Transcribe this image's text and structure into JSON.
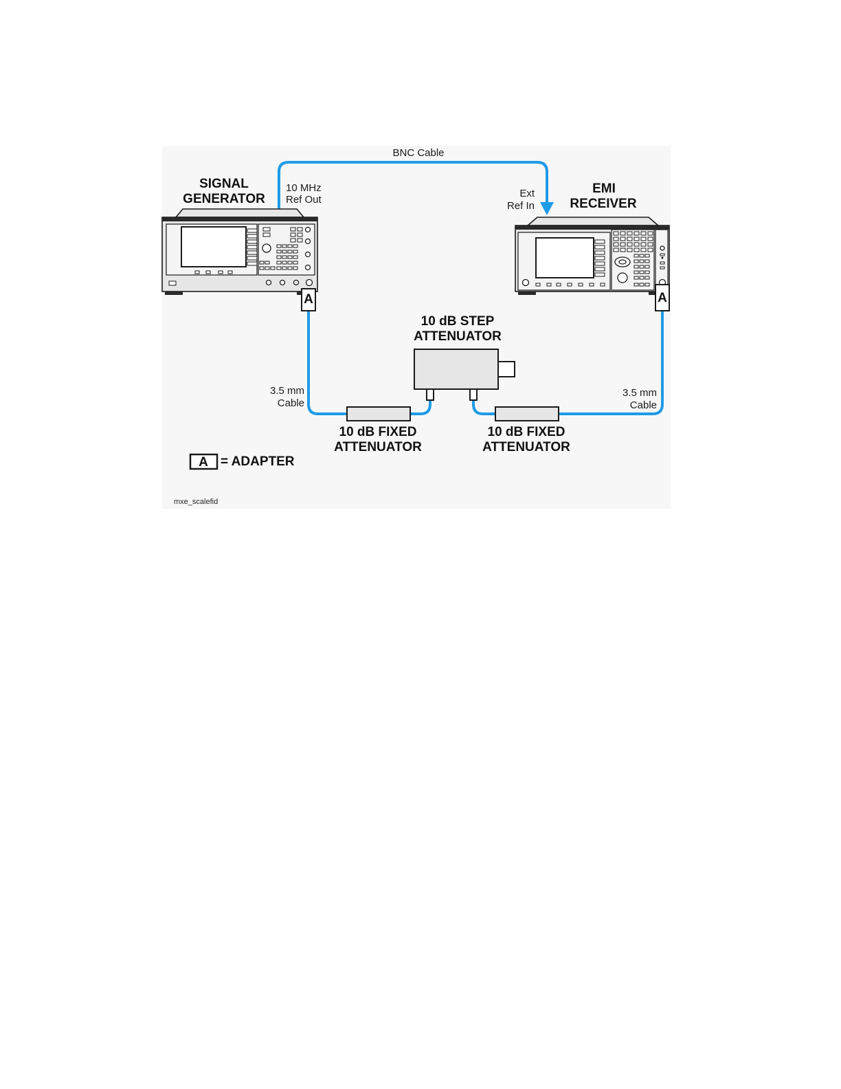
{
  "labels": {
    "bnc_cable": "BNC Cable",
    "signal_generator_line1": "SIGNAL",
    "signal_generator_line2": "GENERATOR",
    "ref_out_line1": "10 MHz",
    "ref_out_line2": "Ref Out",
    "ext_ref_in_line1": "Ext",
    "ext_ref_in_line2": "Ref In",
    "emi_receiver_line1": "EMI",
    "emi_receiver_line2": "RECEIVER",
    "step_attenuator_line1": "10 dB STEP",
    "step_attenuator_line2": "ATTENUATOR",
    "left_cable_line1": "3.5 mm",
    "left_cable_line2": "Cable",
    "right_cable_line1": "3.5 mm",
    "right_cable_line2": "Cable",
    "left_fixed_line1": "10 dB FIXED",
    "left_fixed_line2": "ATTENUATOR",
    "right_fixed_line1": "10 dB FIXED",
    "right_fixed_line2": "ATTENUATOR",
    "adapter_letter": "A",
    "legend_adapter": "= ADAPTER",
    "figure_id": "mxe_scalefid"
  },
  "colors": {
    "cable": "#1e9be6",
    "background_panel": "#f7f7f7"
  }
}
